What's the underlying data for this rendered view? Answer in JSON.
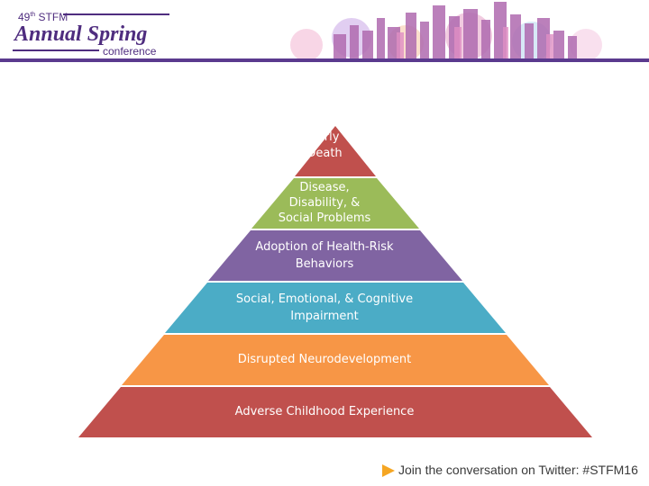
{
  "header": {
    "edition": "49",
    "edition_suffix": "th",
    "organization": "STFM",
    "title": "Annual Spring",
    "subtitle": "conference",
    "brand_color": "#4f2d7f"
  },
  "pyramid": {
    "tiers": [
      {
        "lines": [
          "Early",
          "Death"
        ],
        "color": "#c0504d"
      },
      {
        "lines": [
          "Disease,",
          "Disability, &",
          "Social Problems"
        ],
        "color": "#9bbb59"
      },
      {
        "lines": [
          "Adoption of Health-Risk",
          "Behaviors"
        ],
        "color": "#8064a2"
      },
      {
        "lines": [
          "Social, Emotional, & Cognitive",
          "Impairment"
        ],
        "color": "#4bacc6"
      },
      {
        "lines": [
          "Disrupted Neurodevelopment"
        ],
        "color": "#f79646"
      },
      {
        "lines": [
          "Adverse Childhood Experience"
        ],
        "color": "#c0504d"
      }
    ]
  },
  "footer": {
    "text": "Join the conversation on Twitter: #STFM16",
    "arrow_color": "#f5a623"
  }
}
